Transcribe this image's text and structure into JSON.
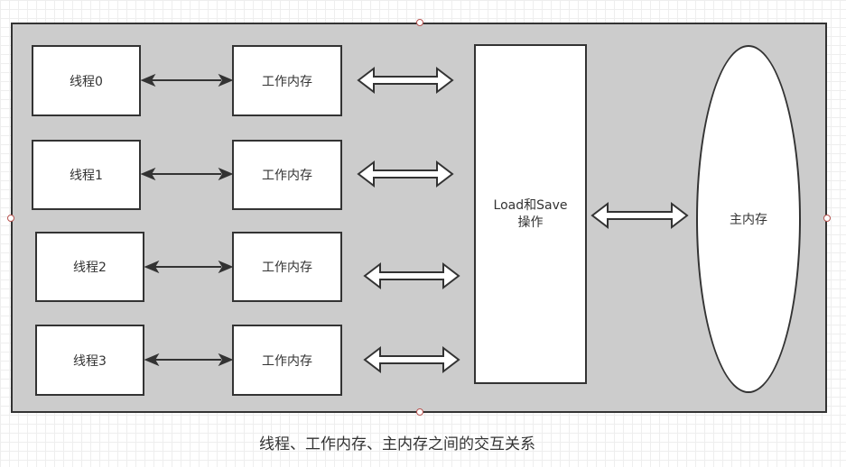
{
  "threads": [
    "线程0",
    "线程1",
    "线程2",
    "线程3"
  ],
  "work_memory": [
    "工作内存",
    "工作内存",
    "工作内存",
    "工作内存"
  ],
  "load_save": {
    "line1": "Load和Save",
    "line2": "操作"
  },
  "main_memory": "主内存",
  "caption": "线程、工作内存、主内存之间的交互关系",
  "colors": {
    "container_fill": "#cccccc",
    "stroke": "#333333",
    "handle_stroke": "#b85450"
  }
}
